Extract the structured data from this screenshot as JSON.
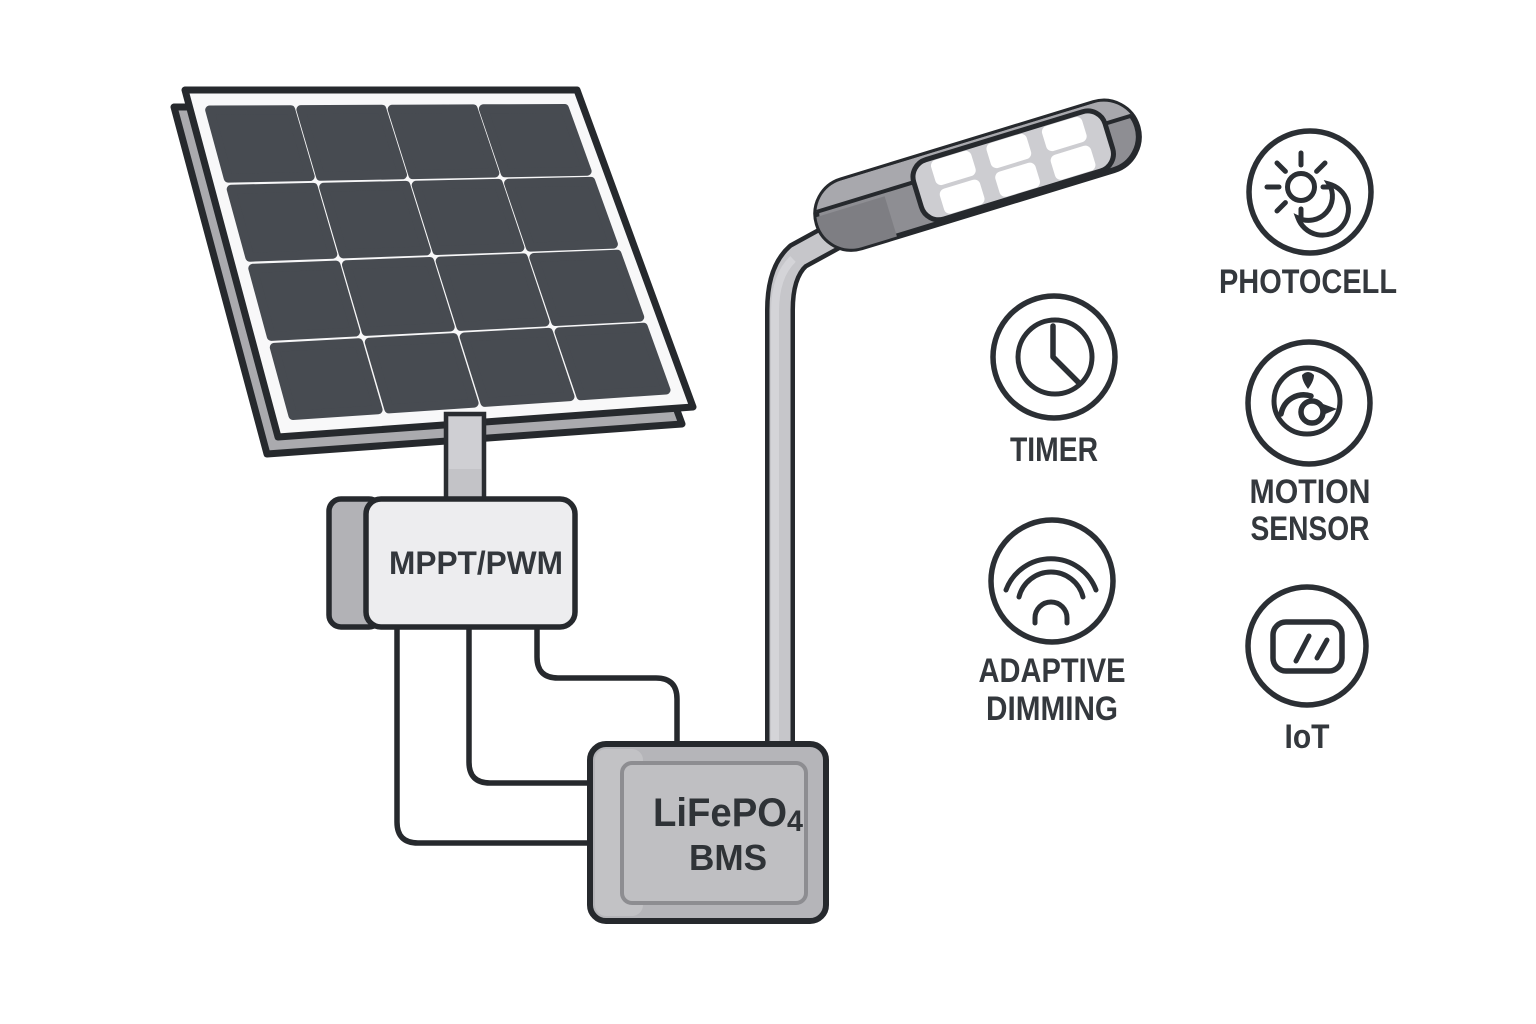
{
  "palette": {
    "background": "#ffffff",
    "outline": "#26292d",
    "icon_stroke": "#2b2f34",
    "text": "#34383d",
    "solar_cell": "#474b51",
    "panel_face": "#f8f8f9",
    "panel_side": "#aaaaae",
    "metal_light": "#c6c6ca",
    "controller_fill": "#ededef",
    "controller_flap": "#b2b2b6",
    "battery_fill": "#b5b5b9",
    "battery_inner": "#bfbfc2",
    "head_face": "#8e8e93",
    "head_top": "#a8a8ad",
    "led_panel": "#cdcdd1",
    "led_white": "#ffffff"
  },
  "components": {
    "solar_panel": {
      "rows": 4,
      "cols": 4
    },
    "charge_controller": {
      "label": "MPPT/PWM"
    },
    "battery": {
      "label_main": "LiFePO",
      "label_sub": "4",
      "label_line2": "BMS"
    },
    "street_light": {
      "led_rows": 2,
      "led_cols": 3
    }
  },
  "features": [
    {
      "id": "photocell",
      "icon": "sun-moon-icon",
      "lines": [
        "PHOTOCELL"
      ]
    },
    {
      "id": "timer",
      "icon": "clock-icon",
      "lines": [
        "TIMER"
      ]
    },
    {
      "id": "motion-sensor",
      "icon": "motion-eye-icon",
      "lines": [
        "MOTION",
        "SENSOR"
      ]
    },
    {
      "id": "adaptive-dimming",
      "icon": "signal-arcs-icon",
      "lines": [
        "ADAPTIVE",
        "DIMMING"
      ]
    },
    {
      "id": "iot",
      "icon": "display-icon",
      "lines": [
        "IoT"
      ]
    }
  ]
}
